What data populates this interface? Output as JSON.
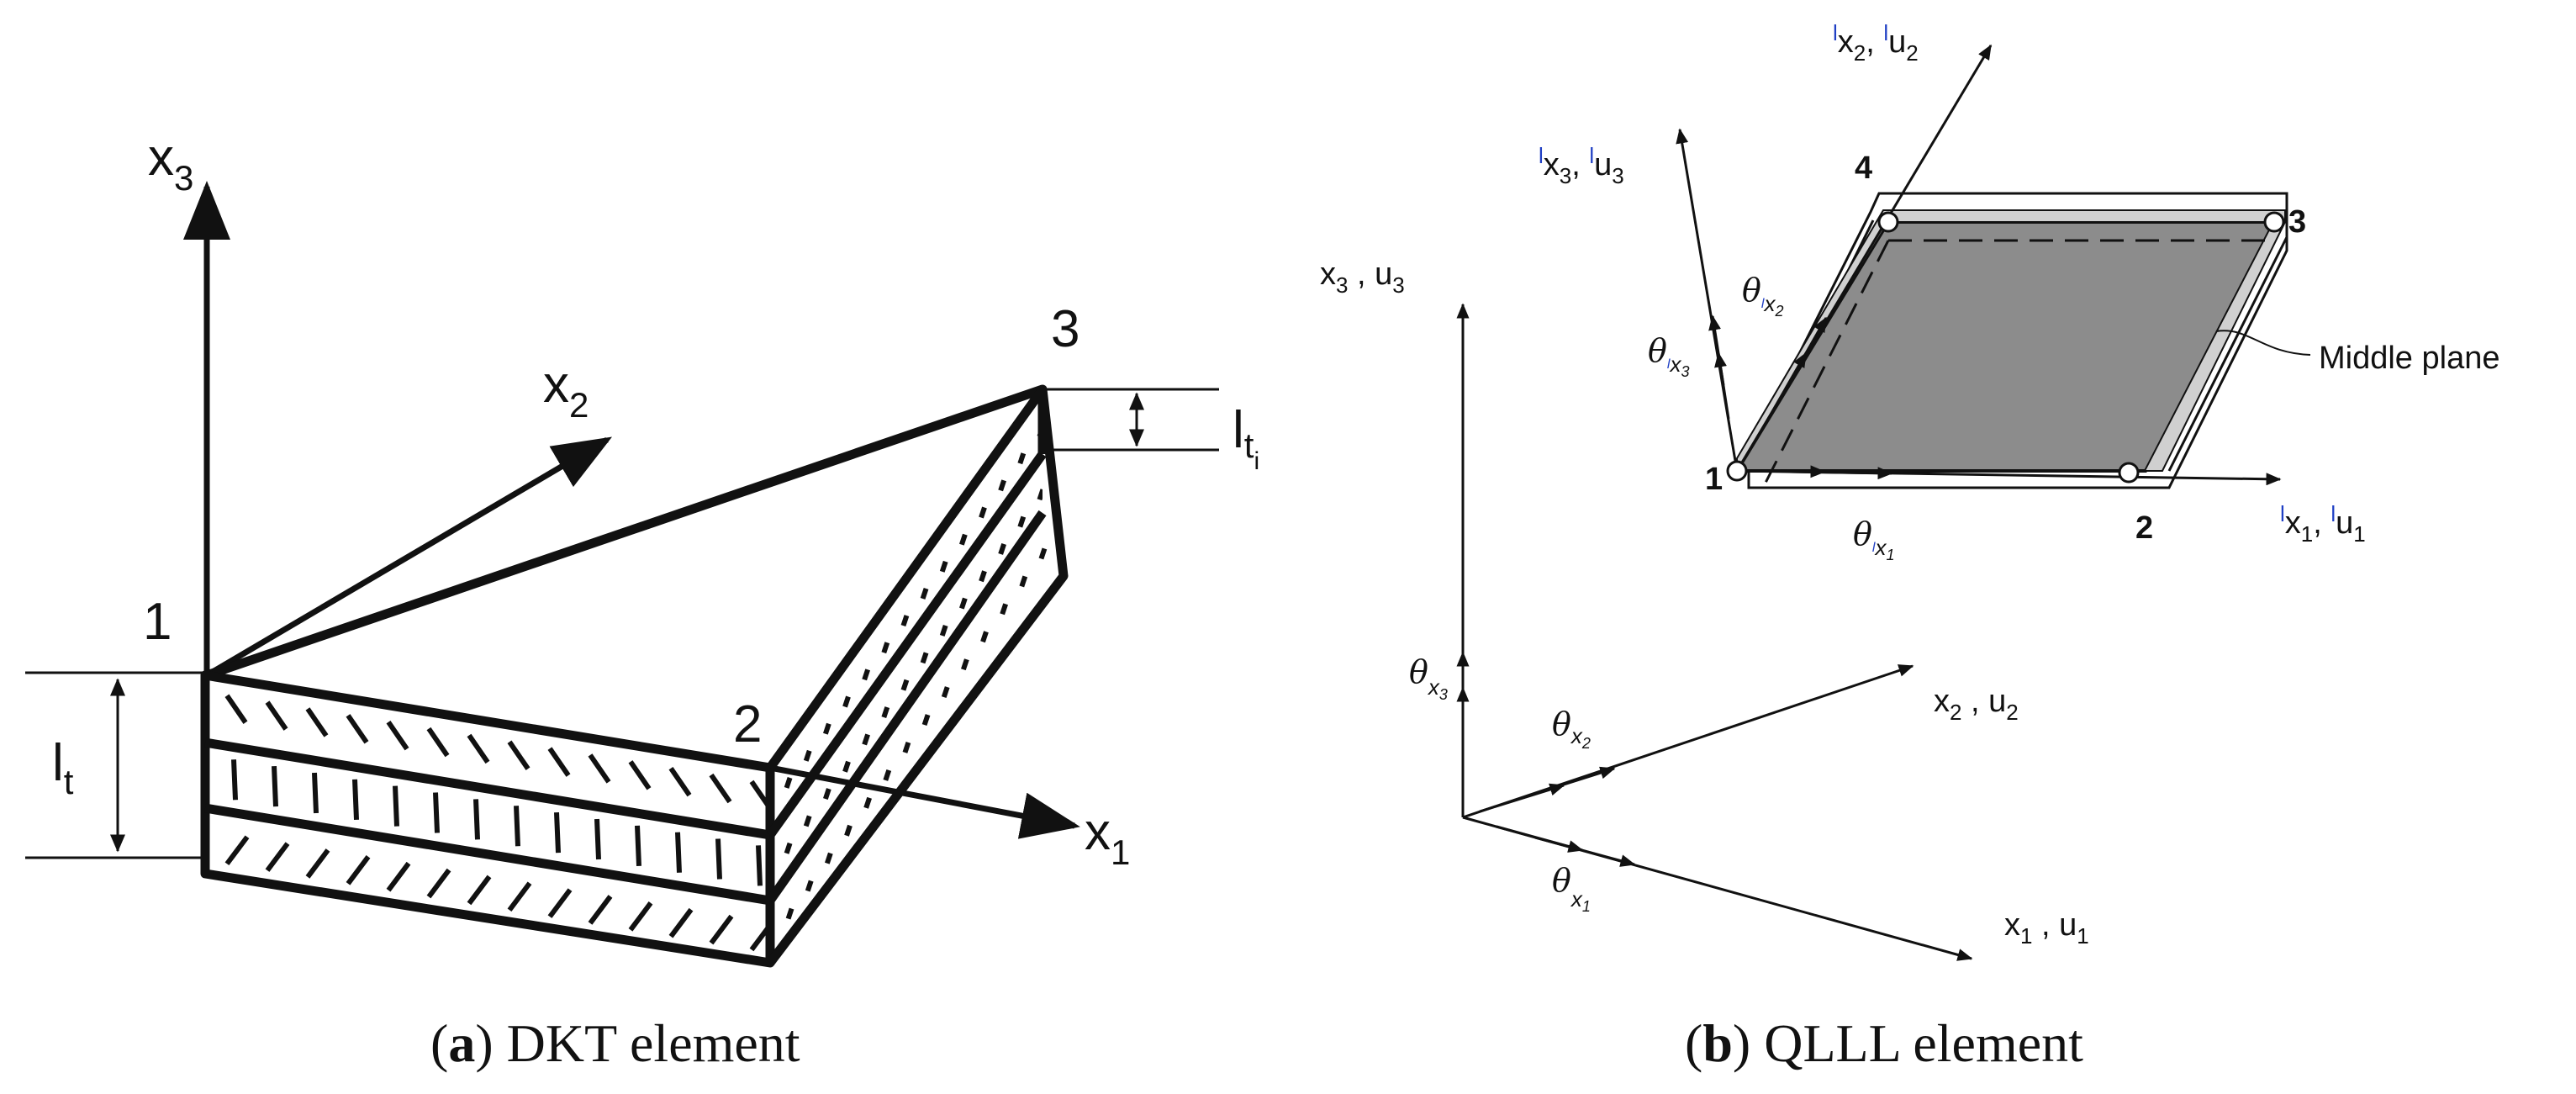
{
  "panel_a": {
    "axes": {
      "x1": "x",
      "x1_sub": "1",
      "x2": "x",
      "x2_sub": "2",
      "x3": "x",
      "x3_sub": "3"
    },
    "nodes": {
      "n1": "1",
      "n2": "2",
      "n3": "3"
    },
    "thickness_total": {
      "base": "l",
      "sub": "t"
    },
    "thickness_layer": {
      "base": "l",
      "sub": "t",
      "subsub": "i"
    },
    "caption": {
      "open": "(",
      "letter": "a",
      "close": ")",
      "text": " DKT element"
    }
  },
  "panel_b": {
    "global_axes": {
      "x3": {
        "base": "x",
        "sub": "3",
        "sep": " , ",
        "u": "u",
        "usub": "3"
      },
      "x2": {
        "base": "x",
        "sub": "2",
        "sep": " , ",
        "u": "u",
        "usub": "2"
      },
      "x1": {
        "base": "x",
        "sub": "1",
        "sep": " , ",
        "u": "u",
        "usub": "1"
      },
      "theta_x3": {
        "base": "θ",
        "sub": "x",
        "subsub": "3"
      },
      "theta_x2": {
        "base": "θ",
        "sub": "x",
        "subsub": "2"
      },
      "theta_x1": {
        "base": "θ",
        "sub": "x",
        "subsub": "1"
      }
    },
    "local_axes": {
      "lx2": {
        "pre": "l",
        "base": "x",
        "sub": "2",
        "sep": ", ",
        "upre": "l",
        "u": "u",
        "usub": "2"
      },
      "lx3": {
        "pre": "l",
        "base": "x",
        "sub": "3",
        "sep": ", ",
        "upre": "l",
        "u": "u",
        "usub": "3"
      },
      "lx1": {
        "pre": "l",
        "base": "x",
        "sub": "1",
        "sep": ", ",
        "upre": "l",
        "u": "u",
        "usub": "1"
      },
      "theta_lx2": {
        "base": "θ",
        "pre": "l",
        "sub": "x",
        "subsub": "2"
      },
      "theta_lx3": {
        "base": "θ",
        "pre": "l",
        "sub": "x",
        "subsub": "3"
      },
      "theta_lx1": {
        "base": "θ",
        "pre": "l",
        "sub": "x",
        "subsub": "1"
      }
    },
    "nodes": {
      "n1": "1",
      "n2": "2",
      "n3": "3",
      "n4": "4"
    },
    "middle_plane_label": "Middle plane",
    "plate_fill": "#8c8c8c",
    "caption": {
      "open": "(",
      "letter": "b",
      "close": ")",
      "text": " QLLL element"
    }
  }
}
